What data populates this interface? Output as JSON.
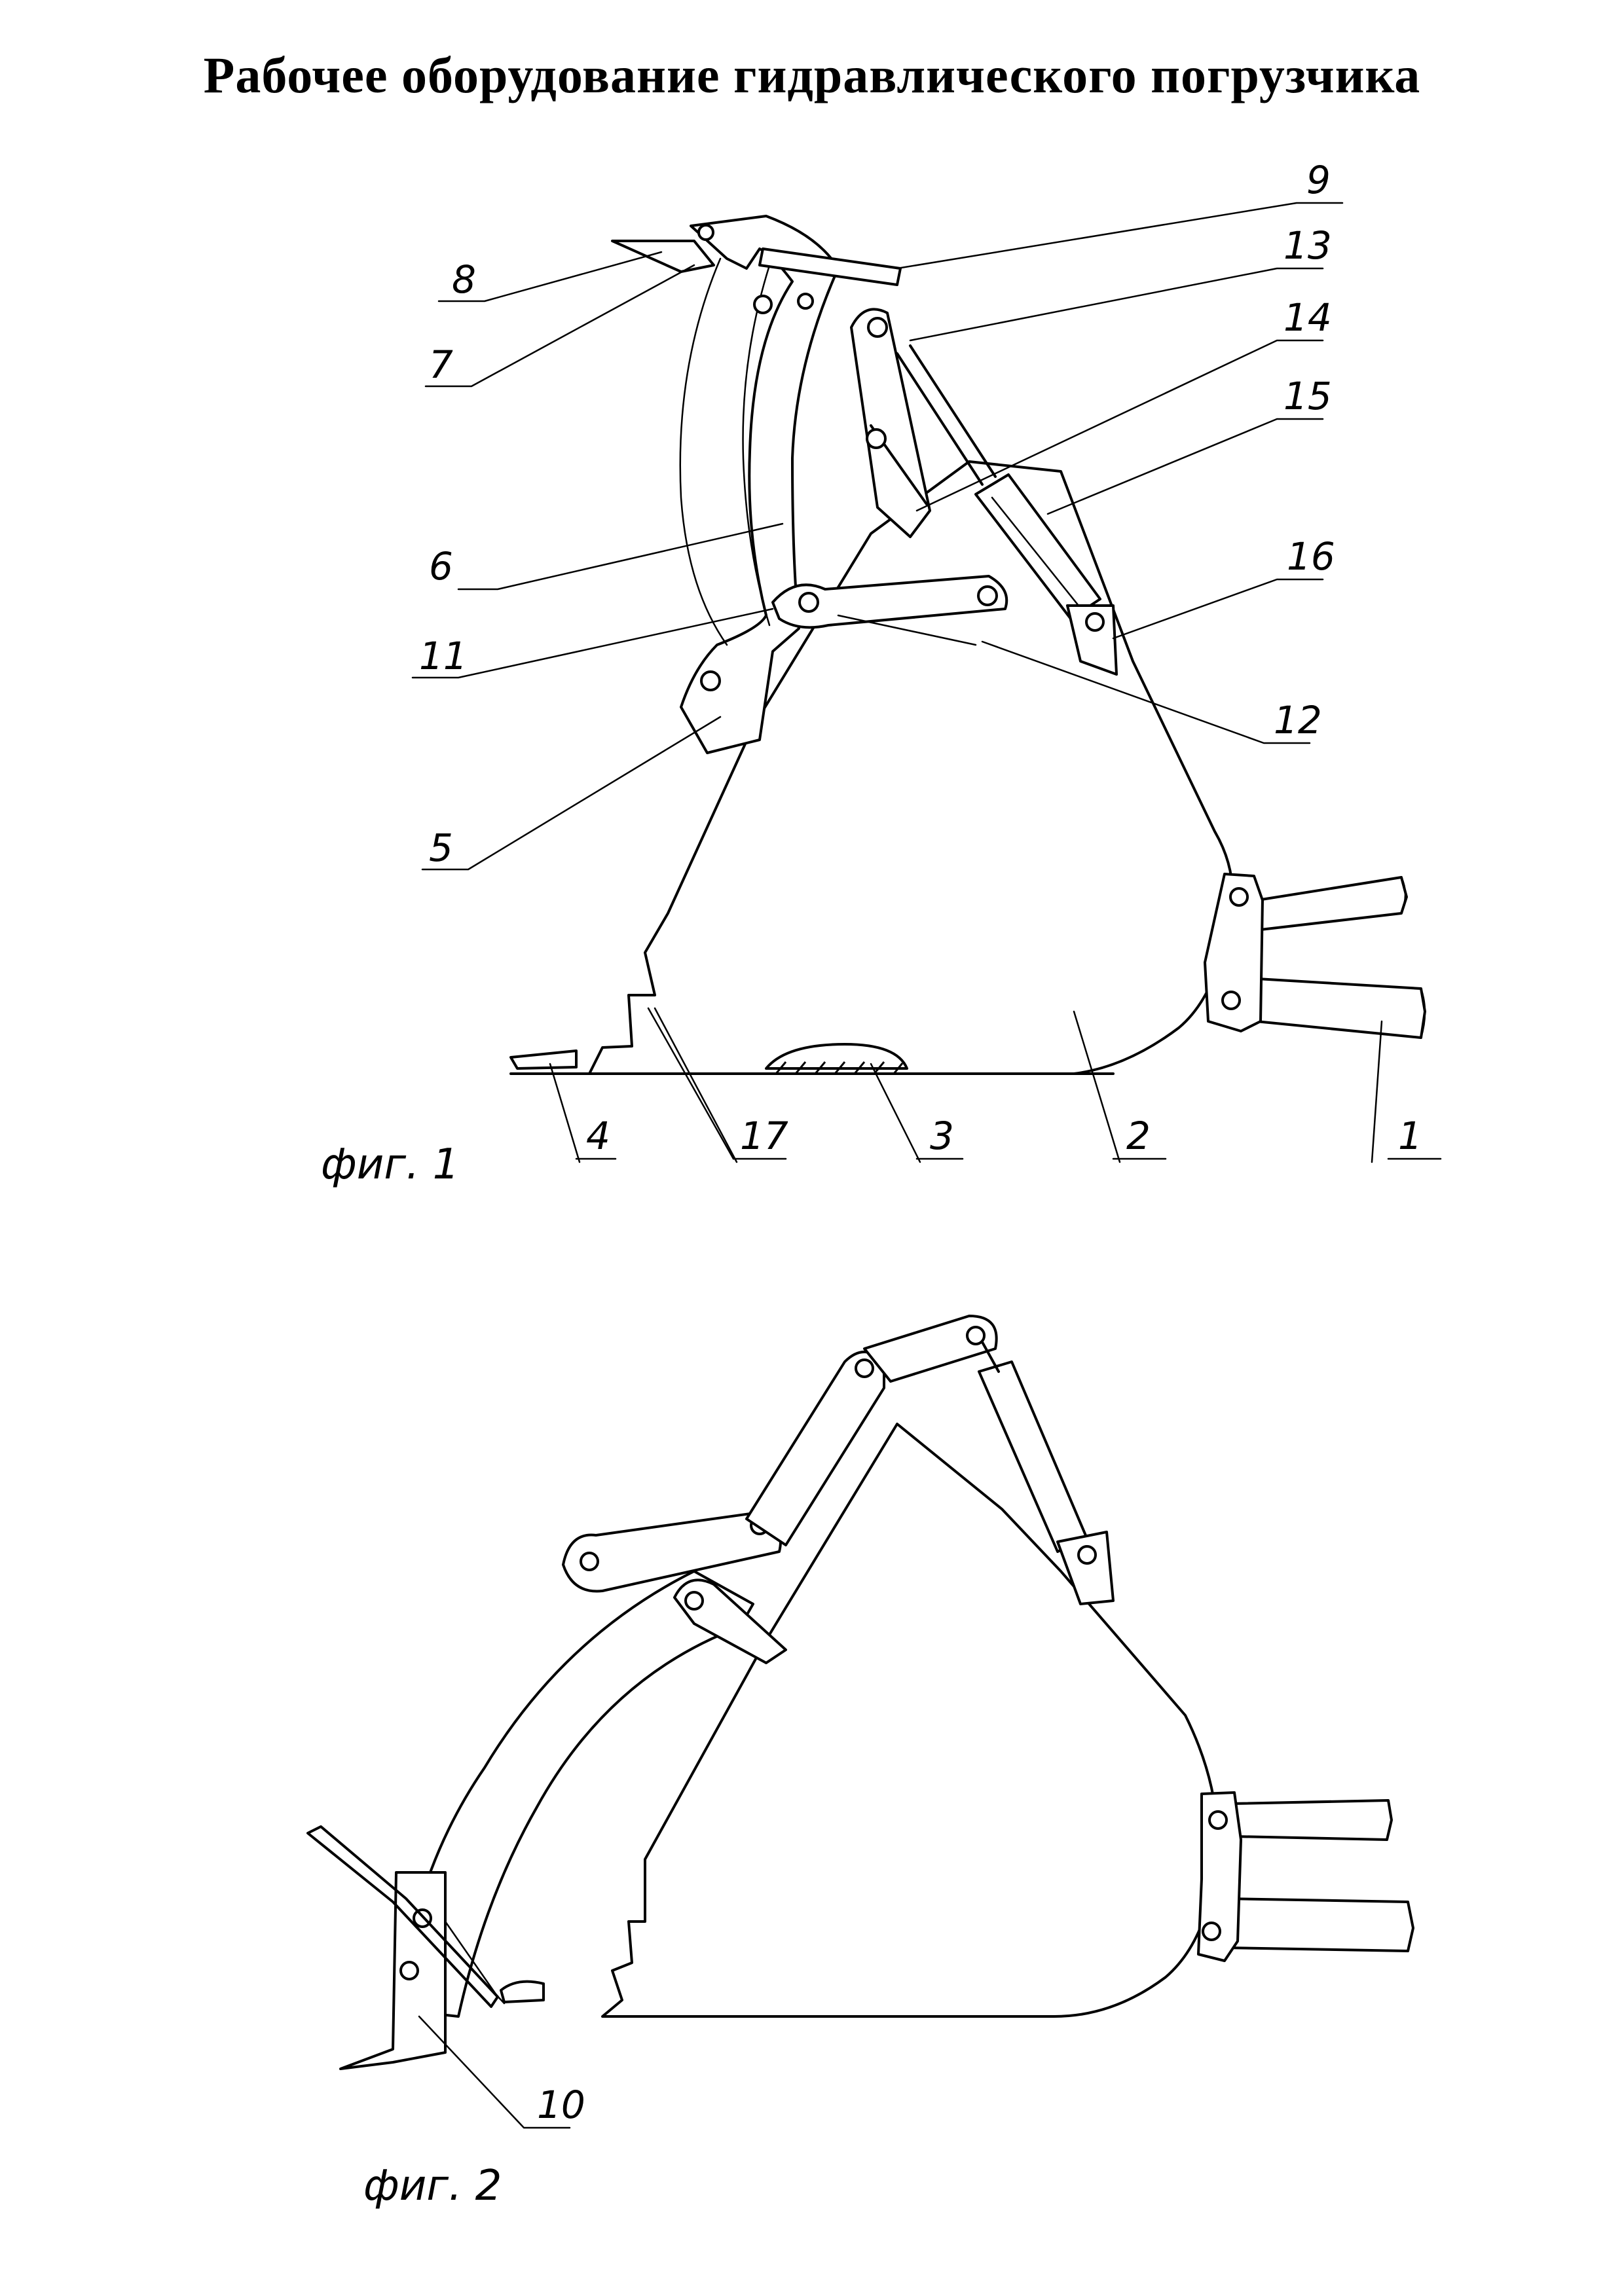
{
  "title": "Рабочее оборудование гидравлического погрузчика",
  "figures": [
    {
      "caption": "фиг. 1",
      "labels": [
        "1",
        "2",
        "3",
        "4",
        "5",
        "6",
        "7",
        "8",
        "9",
        "11",
        "12",
        "13",
        "14",
        "15",
        "16",
        "17"
      ]
    },
    {
      "caption": "фиг. 2",
      "labels": [
        "10"
      ]
    }
  ],
  "colors": {
    "ink": "#000000",
    "paper": "#ffffff"
  }
}
